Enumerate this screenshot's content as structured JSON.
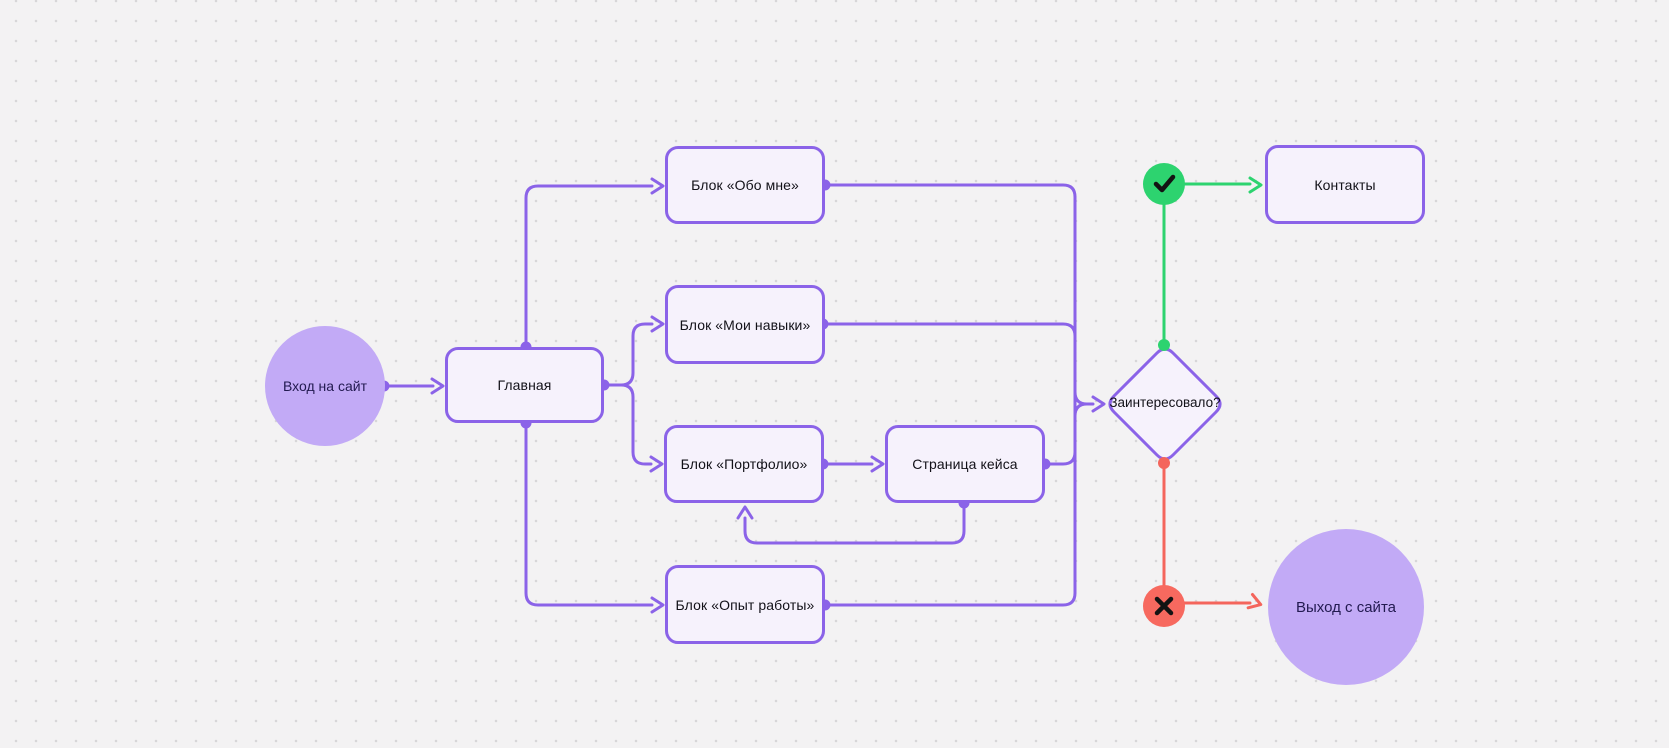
{
  "app": {
    "view": "flowchart-canvas"
  },
  "palette": {
    "background": "#f3f2f3",
    "grid_dot": "#d7d6d8",
    "purple_stroke": "#8b63e8",
    "node_fill": "#f6f2fc",
    "circle_fill": "#c2aaf6",
    "green": "#2dd36f",
    "red": "#f4655c",
    "glyph_black": "#131313"
  },
  "nodes": {
    "entry": {
      "label": "Вход на сайт",
      "shape": "circle"
    },
    "home": {
      "label": "Главная",
      "shape": "rounded-rect"
    },
    "about": {
      "label": "Блок «Обо мне»",
      "shape": "rounded-rect"
    },
    "skills": {
      "label": "Блок «Мои навыки»",
      "shape": "rounded-rect"
    },
    "portfolio": {
      "label": "Блок «Портфолио»",
      "shape": "rounded-rect"
    },
    "case_page": {
      "label": "Страница кейса",
      "shape": "rounded-rect"
    },
    "experience": {
      "label": "Блок «Опыт работы»",
      "shape": "rounded-rect"
    },
    "decision": {
      "label": "Заинтересовало?",
      "shape": "diamond"
    },
    "contacts": {
      "label": "Контакты",
      "shape": "rounded-rect"
    },
    "exit": {
      "label": "Выход с сайта",
      "shape": "circle"
    },
    "yes_stamp": {
      "icon": "check-icon",
      "color": "#2dd36f"
    },
    "no_stamp": {
      "icon": "x-icon",
      "color": "#f7695f"
    }
  },
  "edges": [
    {
      "from": "entry",
      "to": "home",
      "color": "purple"
    },
    {
      "from": "home",
      "to": "about",
      "color": "purple"
    },
    {
      "from": "home",
      "to": "skills",
      "color": "purple"
    },
    {
      "from": "home",
      "to": "portfolio",
      "color": "purple"
    },
    {
      "from": "home",
      "to": "experience",
      "color": "purple"
    },
    {
      "from": "portfolio",
      "to": "case_page",
      "color": "purple"
    },
    {
      "from": "case_page",
      "to": "portfolio",
      "color": "purple"
    },
    {
      "from": "about",
      "to": "decision",
      "color": "purple"
    },
    {
      "from": "skills",
      "to": "decision",
      "color": "purple"
    },
    {
      "from": "case_page",
      "to": "decision",
      "color": "purple"
    },
    {
      "from": "experience",
      "to": "decision",
      "color": "purple"
    },
    {
      "from": "decision",
      "to": "contacts",
      "via": "yes_stamp",
      "color": "green"
    },
    {
      "from": "decision",
      "to": "exit",
      "via": "no_stamp",
      "color": "red"
    }
  ]
}
